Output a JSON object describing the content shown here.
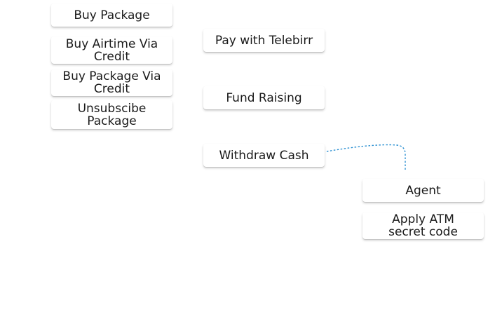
{
  "diagram": {
    "colors": {
      "node_background": "#ffffff",
      "text": "#1a1a1a",
      "connector": "#2a8fd1"
    },
    "nodes": [
      {
        "id": "buy-package",
        "label": "Buy Package"
      },
      {
        "id": "buy-airtime-via-credit",
        "label": "Buy Airtime Via\nCredit"
      },
      {
        "id": "buy-package-via-credit",
        "label": "Buy Package Via\nCredit"
      },
      {
        "id": "unsubscribe-package",
        "label": "Unsubscibe\nPackage"
      },
      {
        "id": "pay-with-telebirr",
        "label": "Pay with Telebirr"
      },
      {
        "id": "fund-raising",
        "label": "Fund Raising"
      },
      {
        "id": "withdraw-cash",
        "label": "Withdraw Cash"
      },
      {
        "id": "agent",
        "label": "Agent"
      },
      {
        "id": "apply-atm-secret-code",
        "label": "Apply ATM\nsecret code"
      }
    ],
    "edges": [
      {
        "from": "withdraw-cash",
        "to": "agent",
        "style": "dotted"
      }
    ]
  }
}
